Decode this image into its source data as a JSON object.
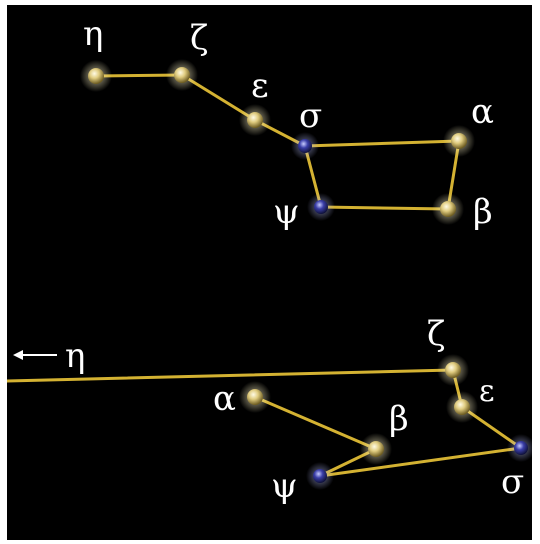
{
  "views": {
    "top": {
      "stars": [
        {
          "id": "eta",
          "label": "η",
          "color": "gold"
        },
        {
          "id": "zeta",
          "label": "ζ",
          "color": "gold"
        },
        {
          "id": "eps",
          "label": "ε",
          "color": "gold"
        },
        {
          "id": "sigma",
          "label": "σ",
          "color": "blue"
        },
        {
          "id": "alpha",
          "label": "α",
          "color": "gold"
        },
        {
          "id": "psi",
          "label": "ψ",
          "color": "blue"
        },
        {
          "id": "beta",
          "label": "β",
          "color": "gold"
        }
      ]
    },
    "bottom": {
      "offscreen_label": "η",
      "stars": [
        {
          "id": "zeta",
          "label": "ζ",
          "color": "gold"
        },
        {
          "id": "eps",
          "label": "ε",
          "color": "gold"
        },
        {
          "id": "alpha",
          "label": "α",
          "color": "gold"
        },
        {
          "id": "beta",
          "label": "β",
          "color": "gold"
        },
        {
          "id": "sigma",
          "label": "σ",
          "color": "blue"
        },
        {
          "id": "psi",
          "label": "ψ",
          "color": "blue"
        }
      ]
    }
  },
  "colors": {
    "background": "#000000",
    "line": "#d4b232",
    "gold_star": "#e0cc80",
    "blue_star": "#3a3ea8",
    "label": "#ffffff"
  }
}
